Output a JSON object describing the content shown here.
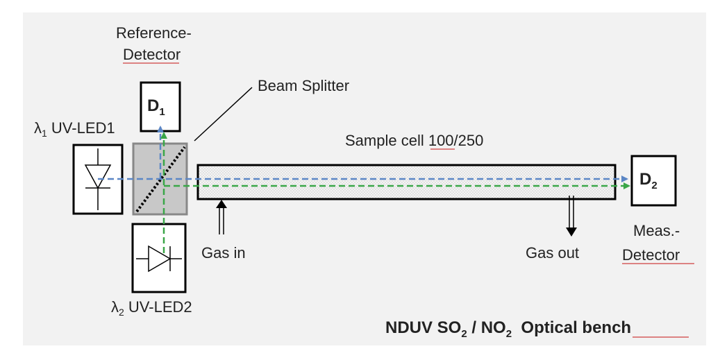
{
  "labels": {
    "reference_detector_line1": "Reference-",
    "reference_detector_line2": "Detector",
    "beam_splitter": "Beam Splitter",
    "led1_lambda": "λ",
    "led1_lambda_sub": "1",
    "led1_name": " UV-LED1",
    "led2_lambda": "λ",
    "led2_lambda_sub": "2",
    "led2_name": " UV-LED2",
    "sample_cell": "Sample cell 100/250",
    "gas_in": "Gas in",
    "gas_out": "Gas out",
    "meas_detector_line1": "Meas.-",
    "meas_detector_line2": "Detector",
    "d1": "D",
    "d1_sub": "1",
    "d2": "D",
    "d2_sub": "2",
    "title_main": "NDUV SO",
    "title_sub1": "2",
    "title_mid": " / NO",
    "title_sub2": "2",
    "title_end": "  Optical bench"
  },
  "colors": {
    "background": "#f2f2f2",
    "blue_beam": "#5b86c5",
    "green_beam": "#3aa648",
    "splitter_fill": "#c8c8c8",
    "spellcheck_underline": "#d04040"
  }
}
